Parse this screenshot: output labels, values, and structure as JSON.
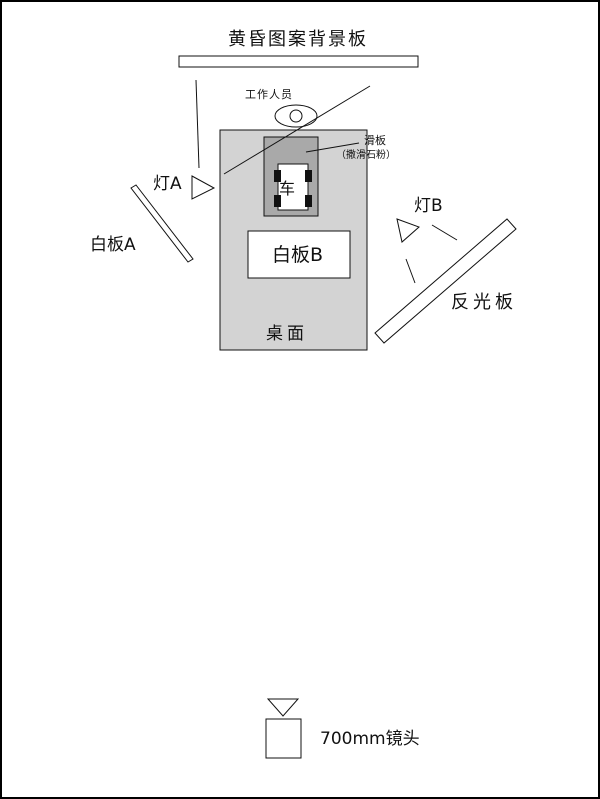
{
  "labels": {
    "backdrop": "黄昏图案背景板",
    "staff": "工作人员",
    "slide_board": "滑板",
    "slide_board_note": "（撒滑石粉）",
    "lamp_a": "灯A",
    "lamp_b": "灯B",
    "white_board_a": "白板A",
    "white_board_b": "白板B",
    "reflector": "反光板",
    "car": "车",
    "desk": "桌面",
    "lens": "700mm镜头"
  },
  "colors": {
    "desk_fill": "#d3d3d3",
    "slide_board_fill": "#a9a9a9",
    "stroke": "#111111",
    "board_fill": "#ffffff"
  }
}
